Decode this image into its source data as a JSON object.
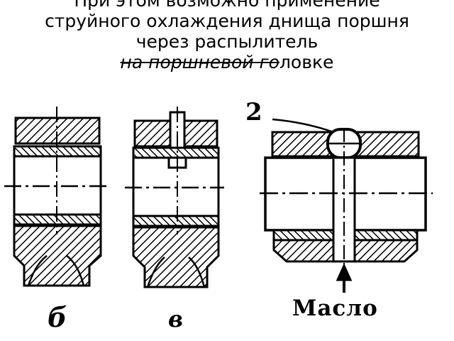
{
  "caption": {
    "line1": "При этом возможно применение",
    "line2": "струйного охлаждения днища поршня",
    "line3": "через распылитель",
    "line4_struck": "на поршневой го",
    "line4_rest": "ловке"
  },
  "labels": {
    "fig_b": "б",
    "fig_v": "в",
    "part_number": "2",
    "oil": "Масло"
  }
}
